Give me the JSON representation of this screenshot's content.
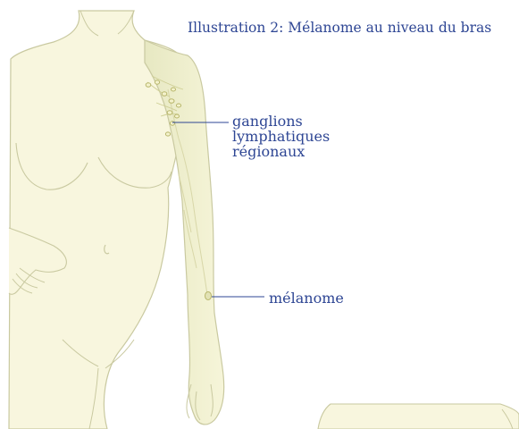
{
  "title": "Illustration 2: Mélanome au niveau du bras",
  "labels": {
    "lymph_nodes": [
      "ganglions",
      "lymphatiques",
      "régionaux"
    ],
    "melanoma": "mélanome"
  },
  "colors": {
    "skin_fill": "#f8f6de",
    "outline": "#c9c9a0",
    "arm_shading": "#e6e7bc",
    "node": "#b7b56a",
    "label_text": "#2e4694",
    "leader_line": "#2e4694"
  }
}
